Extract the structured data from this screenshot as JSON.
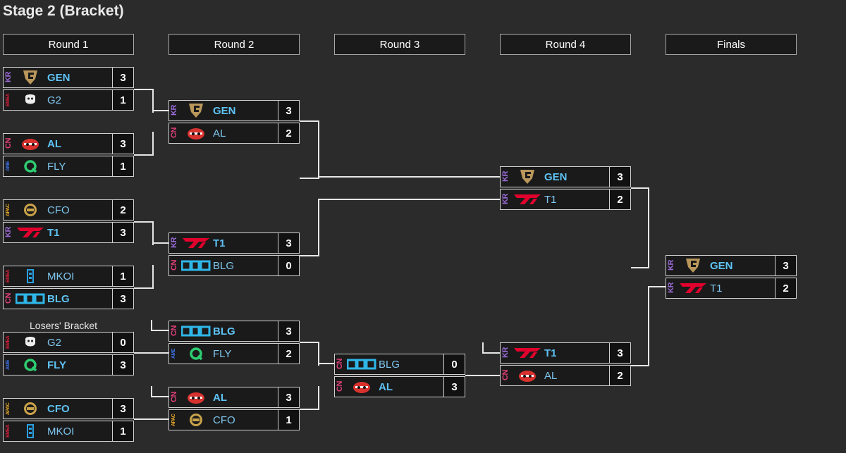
{
  "title": "Stage 2 (Bracket)",
  "rounds": [
    "Round 1",
    "Round 2",
    "Round 3",
    "Round 4",
    "Finals"
  ],
  "losers_label": "Losers' Bracket",
  "colors": {
    "background": "#2b2b2b",
    "team_text": "#5ec3f5",
    "kr": "#9b6bd8",
    "cn": "#e0407a",
    "emea": "#d2203b",
    "amer": "#3c6fe0",
    "apac": "#e5a82a"
  },
  "matches": [
    {
      "id": "r1m1",
      "teams": [
        {
          "region": "KR",
          "logo": "gen-logo",
          "name": "GEN",
          "score": "3",
          "win": true
        },
        {
          "region": "EMEA",
          "logo": "g2-logo",
          "name": "G2",
          "score": "1",
          "win": false
        }
      ]
    },
    {
      "id": "r1m2",
      "teams": [
        {
          "region": "CN",
          "logo": "al-logo",
          "name": "AL",
          "score": "3",
          "win": true
        },
        {
          "region": "AME",
          "logo": "fly-logo",
          "name": "FLY",
          "score": "1",
          "win": false
        }
      ]
    },
    {
      "id": "r1m3",
      "teams": [
        {
          "region": "APAC",
          "logo": "cfo-logo",
          "name": "CFO",
          "score": "2",
          "win": false
        },
        {
          "region": "KR",
          "logo": "t1-logo",
          "name": "T1",
          "score": "3",
          "win": true
        }
      ]
    },
    {
      "id": "r1m4",
      "teams": [
        {
          "region": "EMEA",
          "logo": "mkoi-logo",
          "name": "MKOI",
          "score": "1",
          "win": false
        },
        {
          "region": "CN",
          "logo": "blg-logo",
          "name": "BLG",
          "score": "3",
          "win": true
        }
      ]
    },
    {
      "id": "r1m5",
      "teams": [
        {
          "region": "EMEA",
          "logo": "g2-logo",
          "name": "G2",
          "score": "0",
          "win": false
        },
        {
          "region": "AME",
          "logo": "fly-logo",
          "name": "FLY",
          "score": "3",
          "win": true
        }
      ]
    },
    {
      "id": "r1m6",
      "teams": [
        {
          "region": "APAC",
          "logo": "cfo-logo",
          "name": "CFO",
          "score": "3",
          "win": true
        },
        {
          "region": "EMEA",
          "logo": "mkoi-logo",
          "name": "MKOI",
          "score": "1",
          "win": false
        }
      ]
    },
    {
      "id": "r2m1",
      "teams": [
        {
          "region": "KR",
          "logo": "gen-logo",
          "name": "GEN",
          "score": "3",
          "win": true
        },
        {
          "region": "CN",
          "logo": "al-logo",
          "name": "AL",
          "score": "2",
          "win": false
        }
      ]
    },
    {
      "id": "r2m2",
      "teams": [
        {
          "region": "KR",
          "logo": "t1-logo",
          "name": "T1",
          "score": "3",
          "win": true
        },
        {
          "region": "CN",
          "logo": "blg-logo",
          "name": "BLG",
          "score": "0",
          "win": false
        }
      ]
    },
    {
      "id": "r2m3",
      "teams": [
        {
          "region": "CN",
          "logo": "blg-logo",
          "name": "BLG",
          "score": "3",
          "win": true
        },
        {
          "region": "AME",
          "logo": "fly-logo",
          "name": "FLY",
          "score": "2",
          "win": false
        }
      ]
    },
    {
      "id": "r2m4",
      "teams": [
        {
          "region": "CN",
          "logo": "al-logo",
          "name": "AL",
          "score": "3",
          "win": true
        },
        {
          "region": "APAC",
          "logo": "cfo-logo",
          "name": "CFO",
          "score": "1",
          "win": false
        }
      ]
    },
    {
      "id": "r3m1",
      "teams": [
        {
          "region": "CN",
          "logo": "blg-logo",
          "name": "BLG",
          "score": "0",
          "win": false
        },
        {
          "region": "CN",
          "logo": "al-logo",
          "name": "AL",
          "score": "3",
          "win": true
        }
      ]
    },
    {
      "id": "r4m1",
      "teams": [
        {
          "region": "KR",
          "logo": "gen-logo",
          "name": "GEN",
          "score": "3",
          "win": true
        },
        {
          "region": "KR",
          "logo": "t1-logo",
          "name": "T1",
          "score": "2",
          "win": false
        }
      ]
    },
    {
      "id": "r4m2",
      "teams": [
        {
          "region": "KR",
          "logo": "t1-logo",
          "name": "T1",
          "score": "3",
          "win": true
        },
        {
          "region": "CN",
          "logo": "al-logo",
          "name": "AL",
          "score": "2",
          "win": false
        }
      ]
    },
    {
      "id": "final",
      "teams": [
        {
          "region": "KR",
          "logo": "gen-logo",
          "name": "GEN",
          "score": "3",
          "win": true
        },
        {
          "region": "KR",
          "logo": "t1-logo",
          "name": "T1",
          "score": "2",
          "win": false
        }
      ]
    }
  ]
}
